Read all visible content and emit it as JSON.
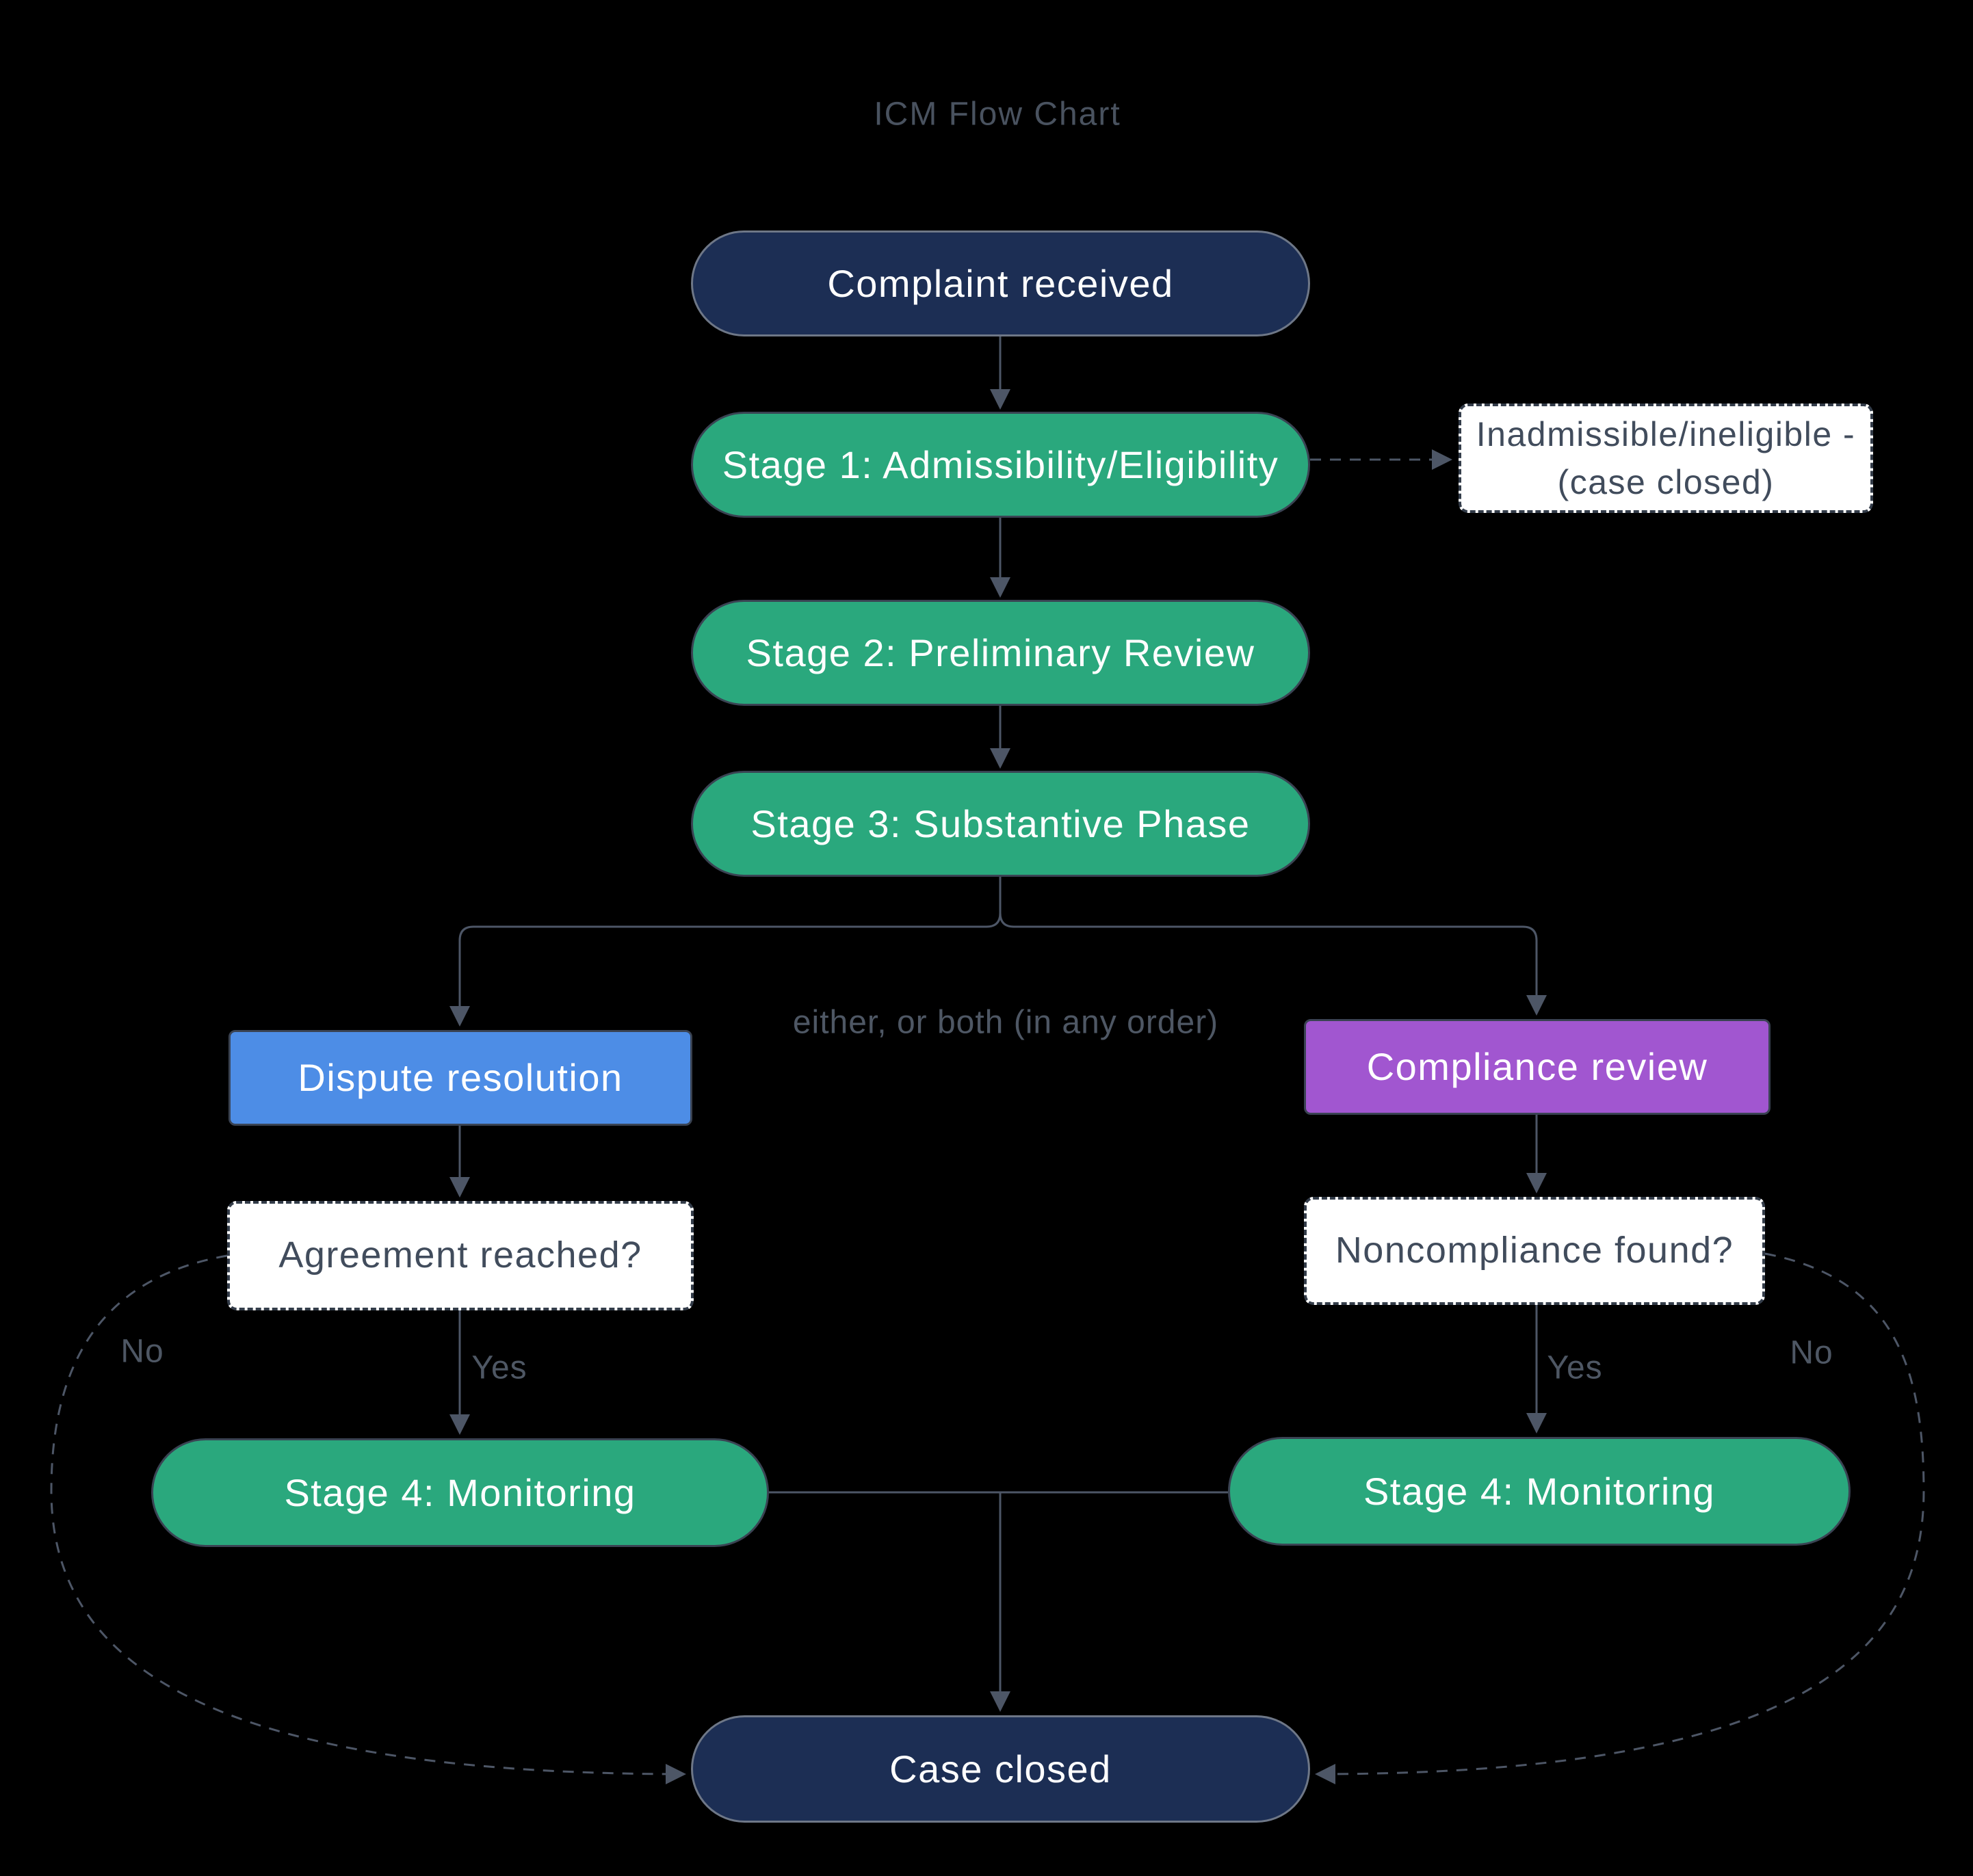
{
  "title": "ICM Flow Chart",
  "nodes": {
    "complaint": {
      "label": "Complaint received"
    },
    "stage1": {
      "label": "Stage 1: Admissibility/Eligibility"
    },
    "inadmissible": {
      "line1": "Inadmissible/ineligible -",
      "line2": "(case closed)"
    },
    "stage2": {
      "label": "Stage 2: Preliminary Review"
    },
    "stage3": {
      "label": "Stage 3: Substantive Phase"
    },
    "dispute": {
      "label": "Dispute resolution"
    },
    "compliance": {
      "label": "Compliance review"
    },
    "agreement": {
      "label": "Agreement reached?"
    },
    "noncompliance": {
      "label": "Noncompliance found?"
    },
    "stage4_left": {
      "label": "Stage 4: Monitoring"
    },
    "stage4_right": {
      "label": "Stage 4: Monitoring"
    },
    "case_closed": {
      "label": "Case closed"
    }
  },
  "edge_labels": {
    "either_or_both": "either, or both (in any order)",
    "yes_left": "Yes",
    "yes_right": "Yes",
    "no_left": "No",
    "no_right": "No"
  },
  "colors": {
    "edge": "#4d5666",
    "label": "#4e5764",
    "title": "#49525f",
    "navy": "#1c2e54",
    "navy_border": "#6e7787",
    "green": "#2aa87d",
    "dark_border": "#3a4353",
    "blue": "#4d8de6",
    "purple": "#a156d0",
    "white": "#ffffff",
    "white_border": "#333c49",
    "white_text": "#414c5c"
  }
}
